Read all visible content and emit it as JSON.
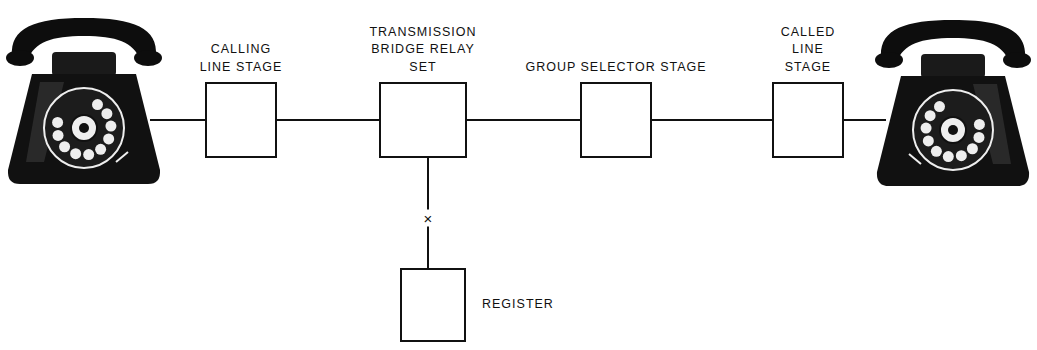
{
  "diagram": {
    "nodes": [
      {
        "text": [
          "CALLING LINE STAGE"
        ]
      },
      {
        "text": [
          "TRANSMISSION BRIDGE RELAY SET"
        ]
      },
      {
        "text": [
          "GROUP SELECTOR STAGE"
        ]
      },
      {
        "text": [
          "CALLED LINE STAGE"
        ]
      },
      {
        "text": [
          "REGISTER"
        ]
      }
    ],
    "edges": [
      {
        "from": 0,
        "to": 1,
        "arrow": "none"
      },
      {
        "from": 1,
        "to": 2,
        "arrow": "none"
      },
      {
        "from": 2,
        "to": 3,
        "arrow": "none"
      },
      {
        "from": 1,
        "to": 4,
        "arrow": "none",
        "label": "×"
      }
    ]
  }
}
